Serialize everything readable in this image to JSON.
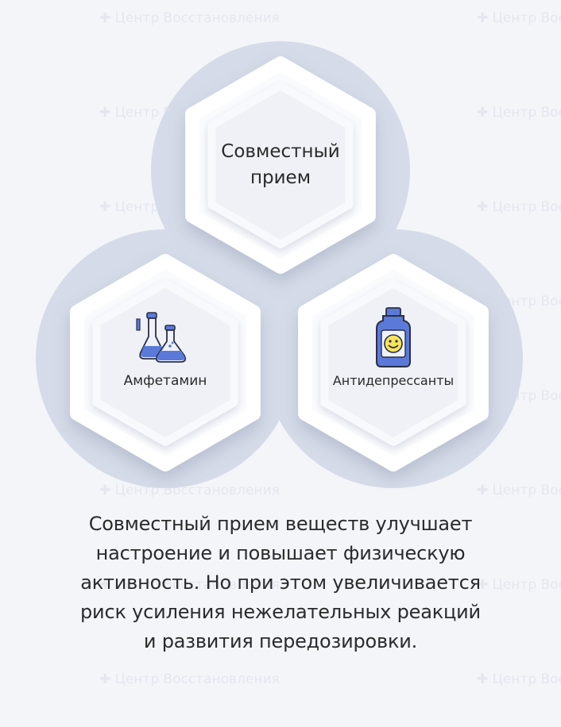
{
  "watermark": {
    "text": "Центр Восстановления",
    "color": "#e4e7ee"
  },
  "nodes": {
    "top": {
      "label_lines": [
        "Совместный",
        "прием"
      ]
    },
    "left": {
      "label": "Амфетамин",
      "icon": "flask-icon"
    },
    "right": {
      "label": "Антидепрессанты",
      "icon": "smiley-bottle-icon"
    }
  },
  "caption_lines": [
    "Совместный прием веществ улучшает",
    "настроение и повышает физическую",
    "активность. Но при этом увеличивается",
    "риск усиления нежелательных реакций",
    "и развития передозировки."
  ],
  "colors": {
    "background": "#f3f5f9",
    "circle": "#d5dbe8",
    "hex_frame": "#fafbfd",
    "hex_inner": "#eff1f6",
    "icon_blue": "#5b79d8",
    "icon_dark": "#2a2f45"
  }
}
